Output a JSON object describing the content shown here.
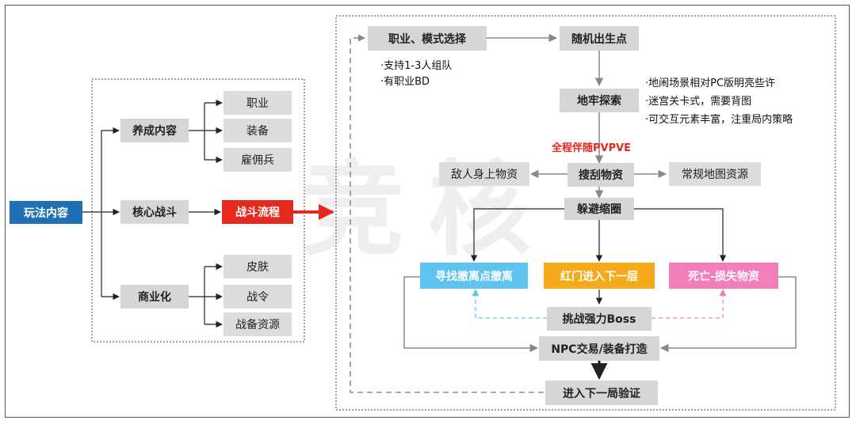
{
  "left": {
    "root": "玩法内容",
    "branches": [
      {
        "label": "养成内容",
        "children": [
          "职业",
          "装备",
          "雇佣兵"
        ]
      },
      {
        "label": "核心战斗",
        "children": [
          "战斗流程"
        ]
      },
      {
        "label": "商业化",
        "children": [
          "皮肤",
          "战令",
          "战备资源"
        ]
      }
    ]
  },
  "right": {
    "job_select": "职业、模式选择",
    "job_notes": [
      "·支持1-3人组队",
      "·有职业BD"
    ],
    "spawn": "随机出生点",
    "dungeon": "地牢探索",
    "dungeon_notes": [
      "·地闹场景相对PC版明亮些许",
      "·迷宫关卡式，需要背图",
      "·可交互元素丰富，注重局内策略"
    ],
    "pvpve": "全程伴随PVPVE",
    "loot": "搜刮物资",
    "enemy_loot": "敌人身上物资",
    "map_loot": "常规地图资源",
    "shrink": "躲避缩圈",
    "extract": "寻找撤离点撤离",
    "red_gate": "红门进入下一层",
    "death": "死亡-损失物资",
    "boss": "挑战强力Boss",
    "npc": "NPC交易/装备打造",
    "next_round": "进入下一局验证"
  },
  "watermark": "竞核",
  "colors": {
    "blue": "#1f6fb5",
    "red": "#e5291f",
    "cyan": "#5ec3ef",
    "orange": "#f4aa1b",
    "pink": "#f27fba"
  }
}
